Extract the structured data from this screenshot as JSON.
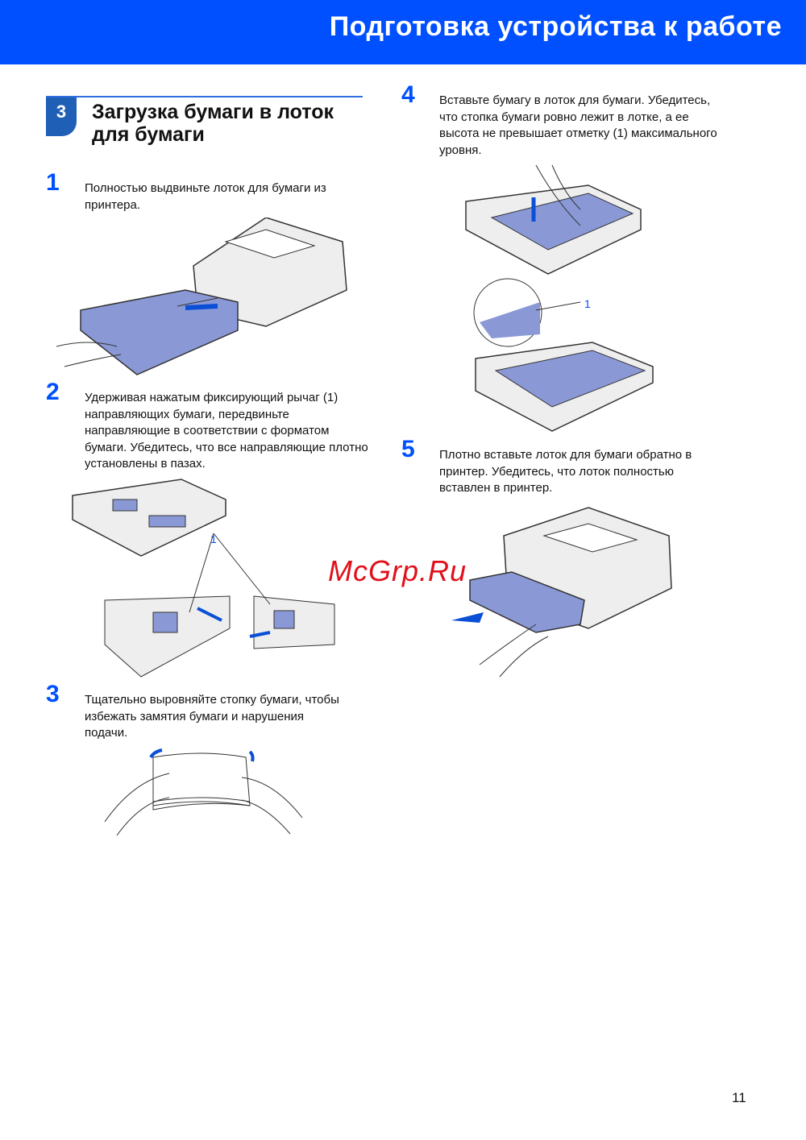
{
  "header": {
    "title": "Подготовка устройства к работе"
  },
  "section": {
    "number": "3",
    "title": "Загрузка бумаги в лоток для бумаги"
  },
  "steps": [
    {
      "number": "1",
      "text": "Полностью выдвиньте лоток для бумаги из принтера."
    },
    {
      "number": "2",
      "text": "Удерживая нажатым фиксирующий рычаг (1) направляющих бумаги, передвиньте направляющие в соответствии с форматом бумаги. Убедитесь, что все направляющие плотно установлены в пазах.",
      "callout": "1"
    },
    {
      "number": "3",
      "text": "Тщательно выровняйте стопку бумаги, чтобы избежать замятия бумаги и нарушения подачи."
    },
    {
      "number": "4",
      "text": "Вставьте бумагу в лоток для бумаги. Убедитесь, что стопка бумаги ровно лежит в лотке, а ее высота не превышает отметку (1) максимального уровня.",
      "callout": "1"
    },
    {
      "number": "5",
      "text": "Плотно вставьте лоток для бумаги обратно в принтер. Убедитесь, что лоток полностью вставлен в принтер."
    }
  ],
  "watermark": "McGrp.Ru",
  "page_number": "11"
}
